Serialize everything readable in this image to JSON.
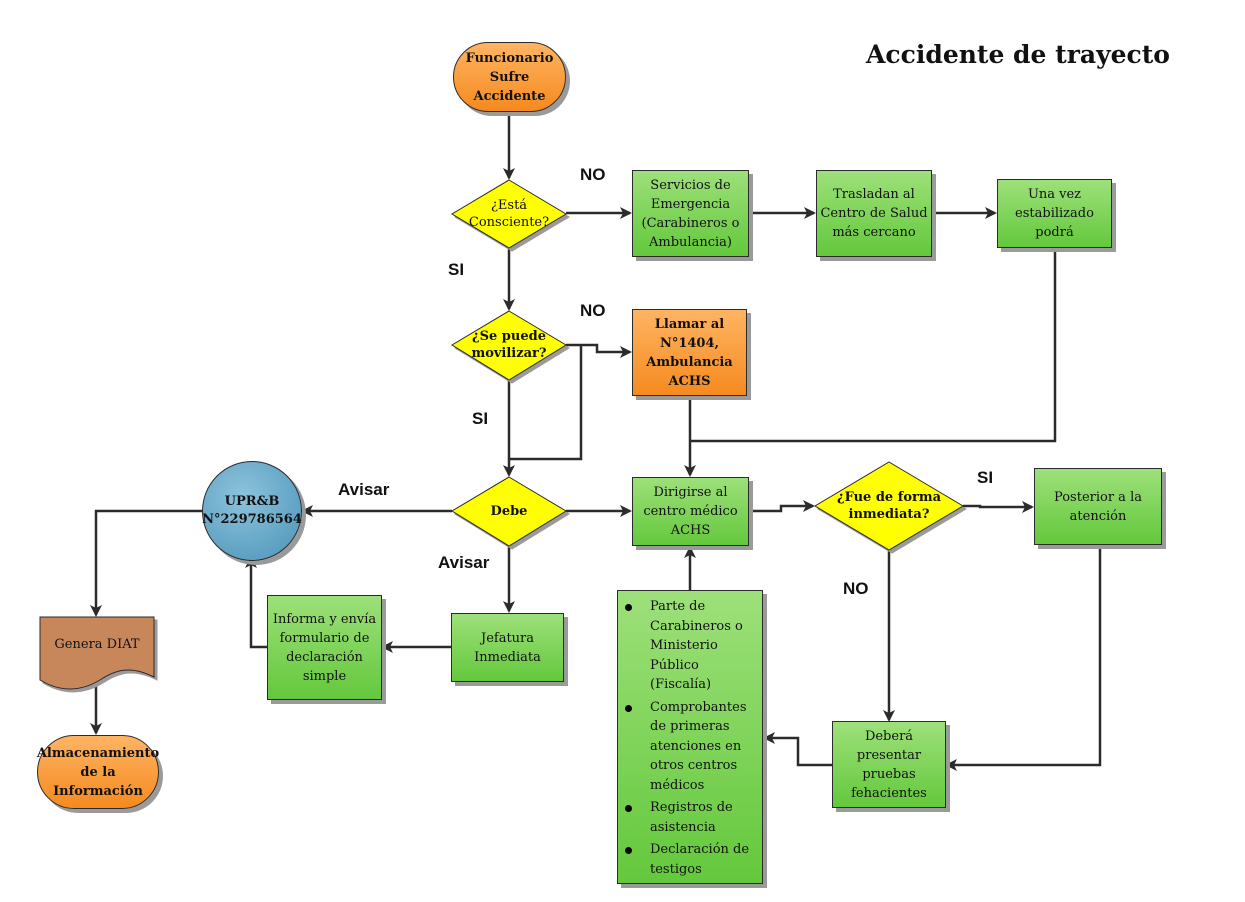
{
  "title": "Accidente de trayecto",
  "nodes": {
    "start": "Funcionario Sufre Accidente",
    "q_consciente": "¿Está Consciente?",
    "servicios_emergencia": "Servicios de Emergencia (Carabineros o Ambulancia)",
    "trasladan": "Trasladan al Centro de Salud más cercano",
    "estabilizado": "Una vez estabilizado podrá",
    "q_movilizar": "¿Se puede movilizar?",
    "llamar": "Llamar al N°1404, Ambulancia ACHS",
    "debe": "Debe",
    "upr_line1": "UPR&B",
    "upr_line2": "N°229786564",
    "dirigirse": "Dirigirse  al centro médico ACHS",
    "q_inmediata": "¿Fue de forma inmediata?",
    "posterior": "Posterior a la atención",
    "jefatura": "Jefatura Inmediata",
    "informa": "Informa y envía formulario de declaración simple",
    "genera_diat": "Genera DIAT",
    "almacenamiento": "Almacenamiento de la Información",
    "debera_presentar": "Deberá presentar pruebas fehacientes",
    "pruebas": [
      "Parte de Carabineros o Ministerio Público (Fiscalía)",
      "Comprobantes de primeras atenciones en otros centros médicos",
      "Registros de asistencia",
      "Declaración de testigos"
    ]
  },
  "edge_labels": {
    "consciente_no": "NO",
    "consciente_si": "SI",
    "movilizar_no": "NO",
    "movilizar_si": "SI",
    "debe_avisar_left": "Avisar",
    "debe_avisar_down": "Avisar",
    "inmediata_si": "SI",
    "inmediata_no": "NO"
  },
  "colors": {
    "process_green": "#7ad254",
    "terminal_orange": "#f79a3a",
    "decision_yellow": "#ffff00",
    "contact_blue": "#5ea7c9",
    "document_brown": "#c8875a",
    "line": "#2b2b2b"
  }
}
